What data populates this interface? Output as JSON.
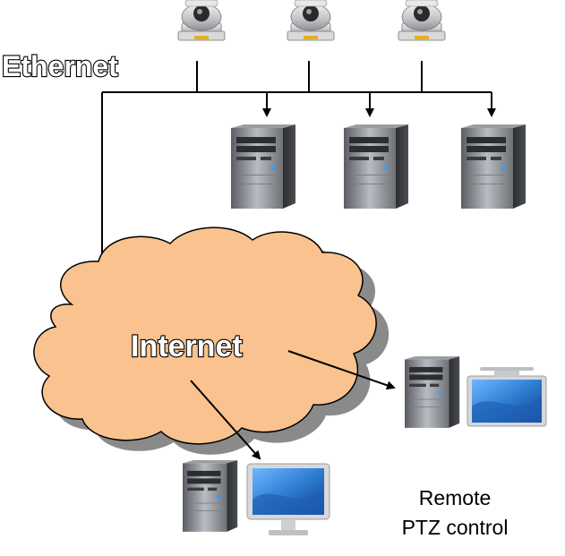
{
  "labels": {
    "ethernet": "Ethernet",
    "internet": "Internet",
    "remote_line1": "Remote",
    "remote_line2": "PTZ control"
  },
  "icons": {
    "camera": "ptz-camera-icon",
    "tower": "desktop-tower-icon",
    "monitor": "flat-monitor-icon",
    "cloud": "cloud-shape"
  },
  "colors": {
    "cloud_fill": "#F9C28E",
    "cloud_shadow": "#8A8A8A",
    "line": "#000000",
    "screen": "#2F7DD3"
  }
}
